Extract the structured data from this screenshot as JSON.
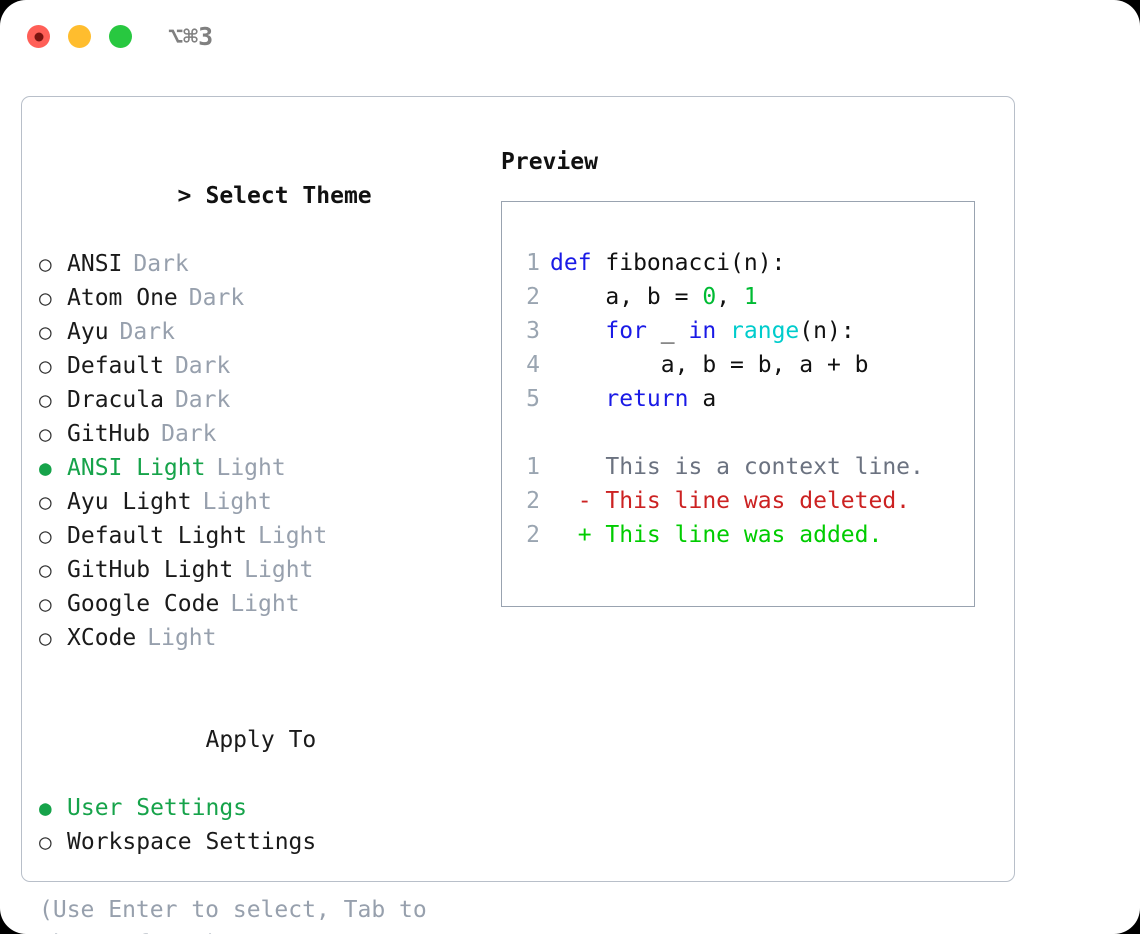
{
  "titlebar": {
    "shortcut": "⌥⌘3",
    "buttons": [
      "close",
      "minimize",
      "zoom"
    ]
  },
  "theme_picker": {
    "heading": "Select Theme",
    "caret": ">",
    "bullet_empty": "○",
    "bullet_filled": "●",
    "items": [
      {
        "name": "ANSI",
        "suffix": "Dark",
        "selected": false
      },
      {
        "name": "Atom One",
        "suffix": "Dark",
        "selected": false
      },
      {
        "name": "Ayu",
        "suffix": "Dark",
        "selected": false
      },
      {
        "name": "Default",
        "suffix": "Dark",
        "selected": false
      },
      {
        "name": "Dracula",
        "suffix": "Dark",
        "selected": false
      },
      {
        "name": "GitHub",
        "suffix": "Dark",
        "selected": false
      },
      {
        "name": "ANSI Light",
        "suffix": "Light",
        "selected": true
      },
      {
        "name": "Ayu Light",
        "suffix": "Light",
        "selected": false
      },
      {
        "name": "Default Light",
        "suffix": "Light",
        "selected": false
      },
      {
        "name": "GitHub Light",
        "suffix": "Light",
        "selected": false
      },
      {
        "name": "Google Code",
        "suffix": "Light",
        "selected": false
      },
      {
        "name": "XCode",
        "suffix": "Light",
        "selected": false
      }
    ]
  },
  "apply_to": {
    "heading": "Apply To",
    "items": [
      {
        "name": "User Settings",
        "selected": true
      },
      {
        "name": "Workspace Settings",
        "selected": false
      }
    ]
  },
  "hint": "(Use Enter to select, Tab to change focus)",
  "preview": {
    "title": "Preview",
    "code": {
      "lines": [
        {
          "no": "1",
          "tokens": [
            {
              "t": "def",
              "c": "kw"
            },
            {
              "t": " fibonacci(n):",
              "c": "plain"
            }
          ]
        },
        {
          "no": "2",
          "tokens": [
            {
              "t": "    a, b = ",
              "c": "plain"
            },
            {
              "t": "0",
              "c": "num"
            },
            {
              "t": ", ",
              "c": "plain"
            },
            {
              "t": "1",
              "c": "num"
            }
          ]
        },
        {
          "no": "3",
          "tokens": [
            {
              "t": "    ",
              "c": "plain"
            },
            {
              "t": "for",
              "c": "kw"
            },
            {
              "t": " _ ",
              "c": "plain"
            },
            {
              "t": "in",
              "c": "kw"
            },
            {
              "t": " ",
              "c": "plain"
            },
            {
              "t": "range",
              "c": "fn"
            },
            {
              "t": "(n):",
              "c": "plain"
            }
          ]
        },
        {
          "no": "4",
          "tokens": [
            {
              "t": "        a, b = b, a + b",
              "c": "plain"
            }
          ]
        },
        {
          "no": "5",
          "tokens": [
            {
              "t": "    ",
              "c": "plain"
            },
            {
              "t": "return",
              "c": "kw"
            },
            {
              "t": " a",
              "c": "plain"
            }
          ]
        }
      ]
    },
    "diff": {
      "lines": [
        {
          "no": "1",
          "marker": " ",
          "text": "This is a context line.",
          "kind": "context"
        },
        {
          "no": "2",
          "marker": "-",
          "text": "This line was deleted.",
          "kind": "deleted"
        },
        {
          "no": "2",
          "marker": "+",
          "text": "This line was added.",
          "kind": "added"
        }
      ]
    }
  },
  "colors": {
    "selection_green": "#16a34a",
    "muted_grey": "#97a0ad",
    "line_number": "#9aa5b1",
    "keyword_blue": "#1a1ae6",
    "function_cyan": "#00cccc",
    "number_green": "#00bb33",
    "diff_deleted": "#cc2222",
    "diff_added": "#00cc00",
    "panel_border": "#b8bfc9",
    "dot_red": "#ff5f57",
    "dot_yellow": "#ffbd2e",
    "dot_green": "#28c840"
  }
}
